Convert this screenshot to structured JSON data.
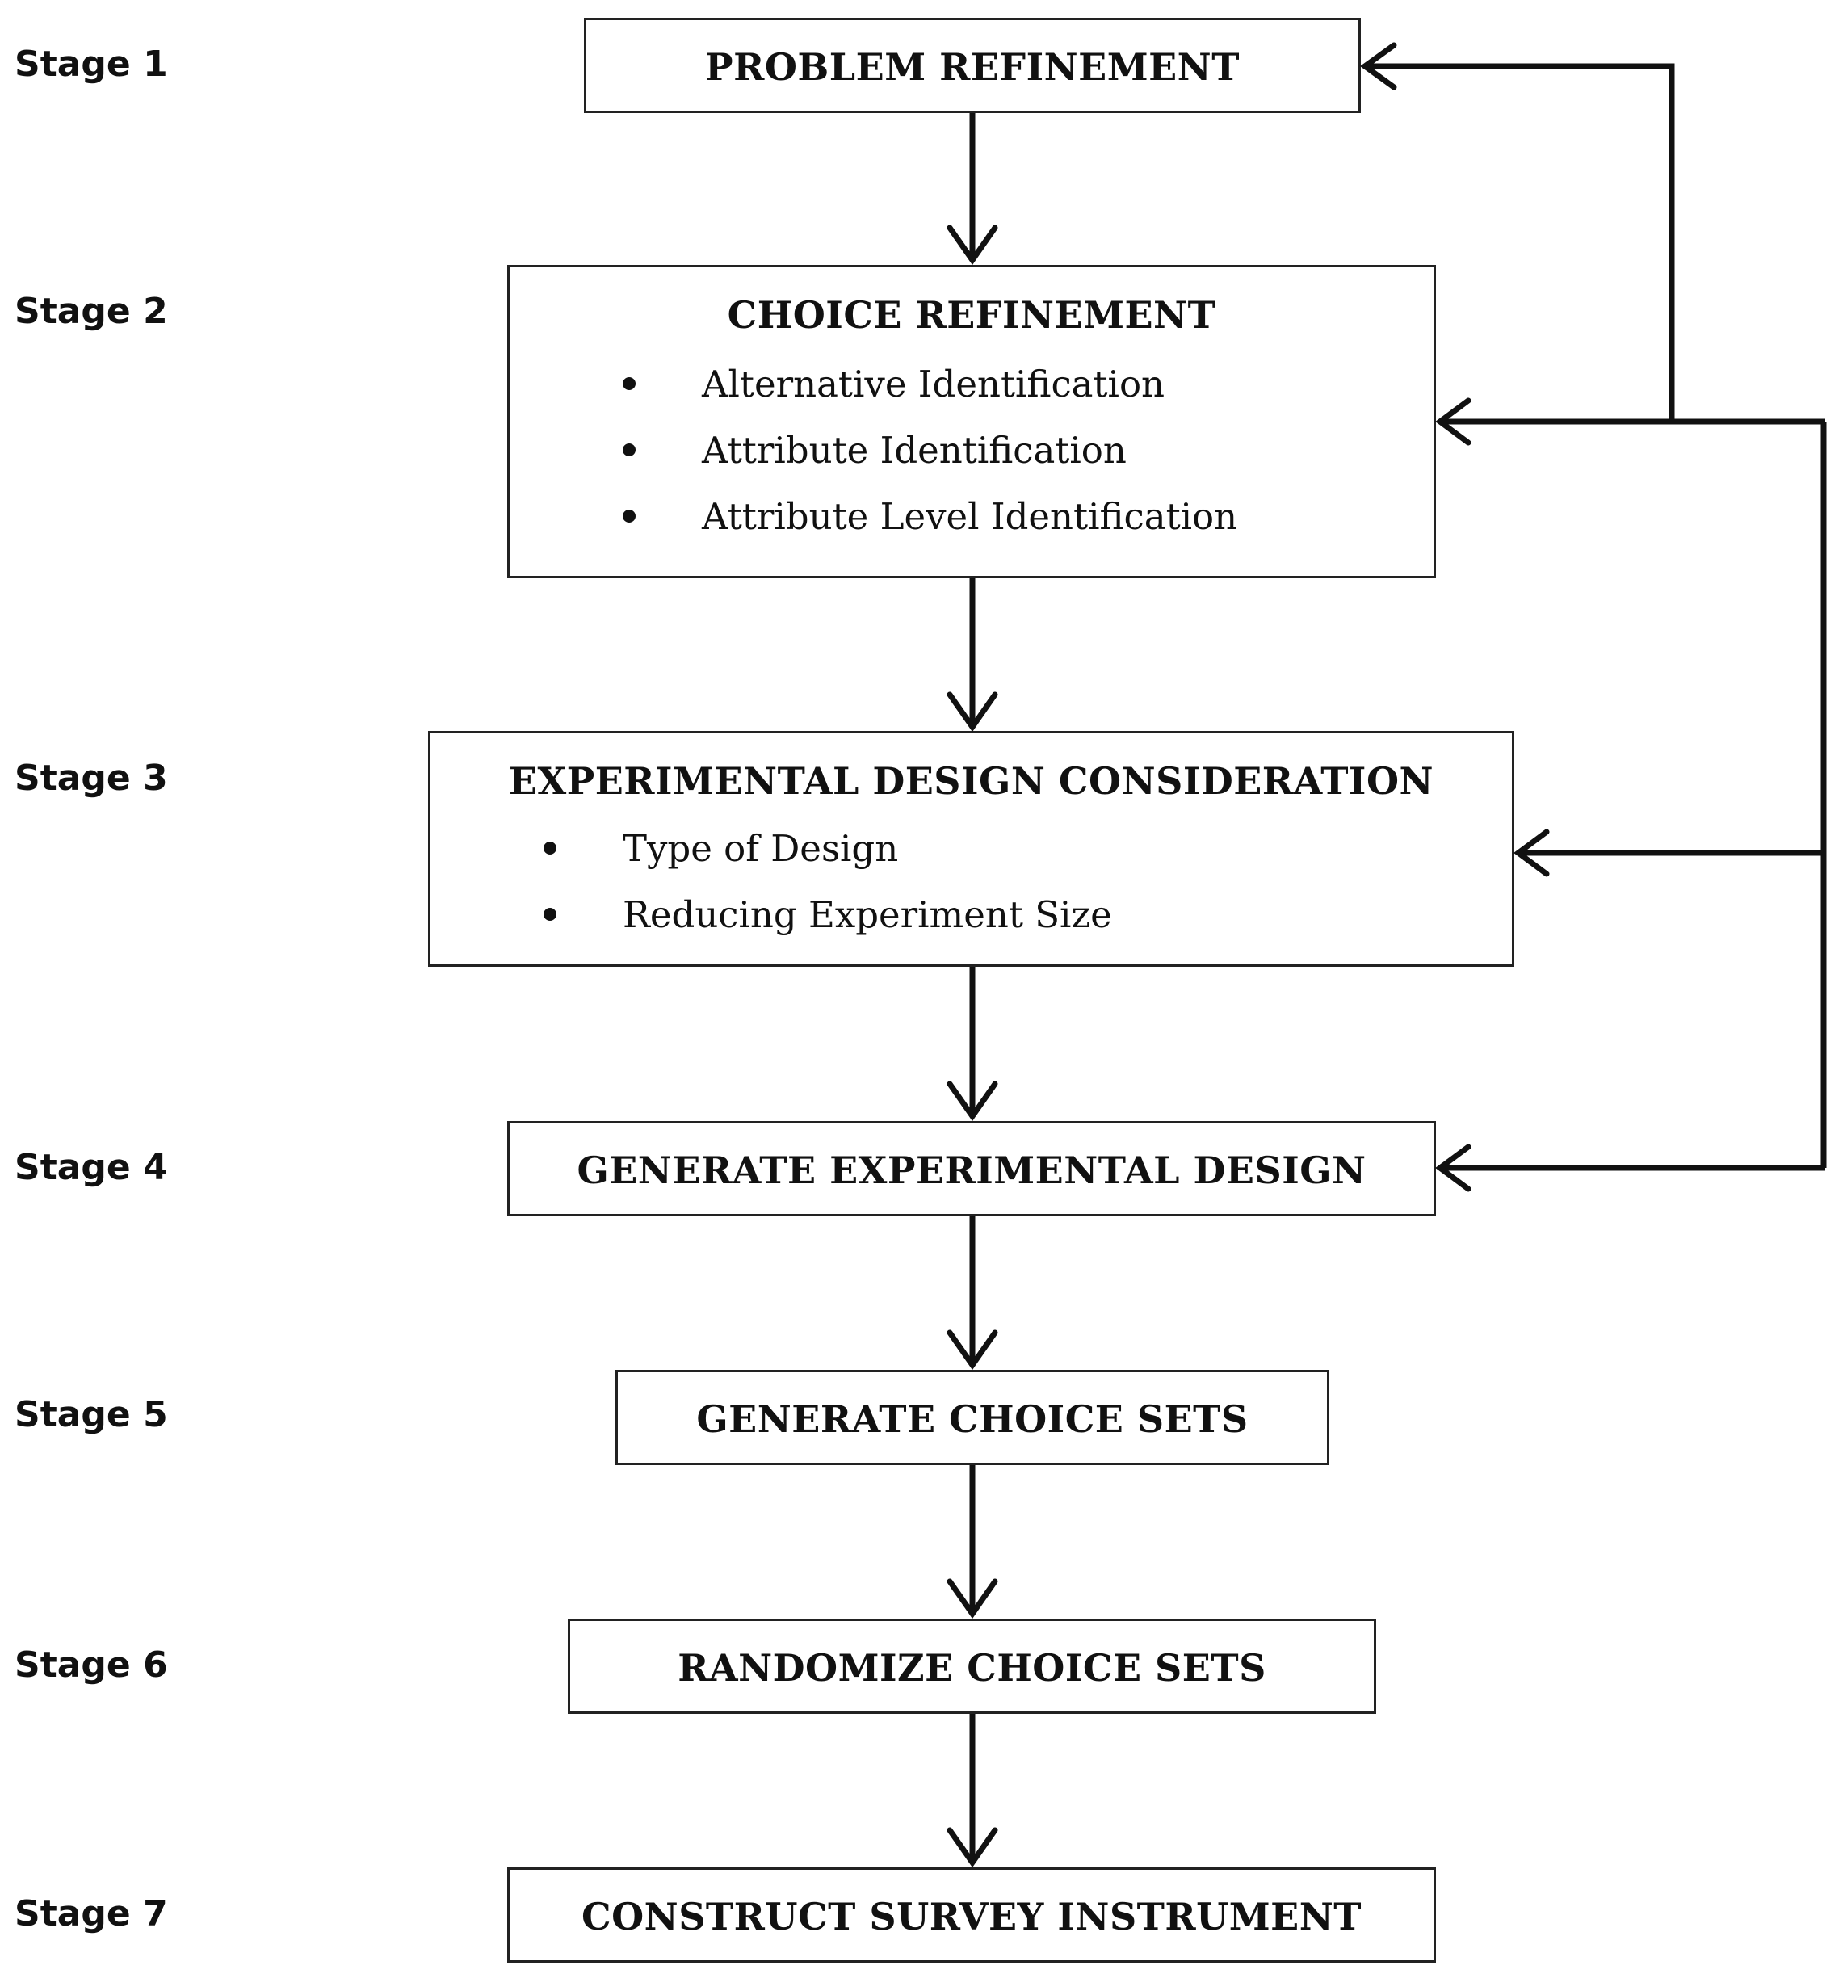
{
  "stages": [
    {
      "label": "Stage 1",
      "title": "PROBLEM REFINEMENT",
      "bullets": []
    },
    {
      "label": "Stage 2",
      "title": "CHOICE REFINEMENT",
      "bullets": [
        "Alternative Identification",
        "Attribute Identification",
        "Attribute Level Identification"
      ]
    },
    {
      "label": "Stage 3",
      "title": "EXPERIMENTAL DESIGN CONSIDERATION",
      "bullets": [
        "Type of Design",
        "Reducing Experiment Size"
      ]
    },
    {
      "label": "Stage 4",
      "title": "GENERATE EXPERIMENTAL DESIGN",
      "bullets": []
    },
    {
      "label": "Stage 5",
      "title": "GENERATE CHOICE SETS",
      "bullets": []
    },
    {
      "label": "Stage 6",
      "title": "RANDOMIZE CHOICE SETS",
      "bullets": []
    },
    {
      "label": "Stage 7",
      "title": "CONSTRUCT SURVEY INSTRUMENT",
      "bullets": []
    }
  ]
}
